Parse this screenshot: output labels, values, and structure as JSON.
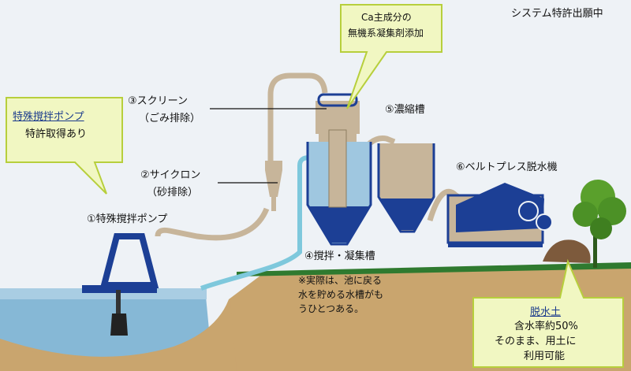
{
  "header": {
    "patent_status": "システム特許出願中"
  },
  "callouts": {
    "pump_box": {
      "title": "特殊撹拌ポンプ",
      "line2": "特許取得あり"
    },
    "additive_box": {
      "line1": "Ca主成分の",
      "line2": "無機系凝集剤添加"
    },
    "soil_box": {
      "title": "脱水土",
      "line2": "含水率約50%",
      "line3": "そのまま、用土に",
      "line4": "利用可能"
    }
  },
  "stages": {
    "pump": "①特殊撹拌ポンプ",
    "cyclone": "②サイクロン",
    "cyclone_sub": "（砂排除）",
    "screen": "③スクリーン",
    "screen_sub": "（ごみ排除）",
    "mixing": "④撹拌・凝集槽",
    "thickener": "⑤濃縮槽",
    "belt_press": "⑥ベルトプレス脱水機"
  },
  "note": {
    "line1": "※実際は、池に戻る",
    "line2": "水を貯める水槽がも",
    "line3": "うひとつある。"
  },
  "colors": {
    "sky": "#eef2f6",
    "water": "#7fb2d2",
    "ground": "#c9a56e",
    "pipe": "#c7b59a",
    "return_pipe": "#7ec8dc",
    "tank_blue": "#1c3f95",
    "callout_fill": "#f1f7c2",
    "callout_stroke": "#b7cf3c",
    "grass": "#2f7a2f"
  }
}
